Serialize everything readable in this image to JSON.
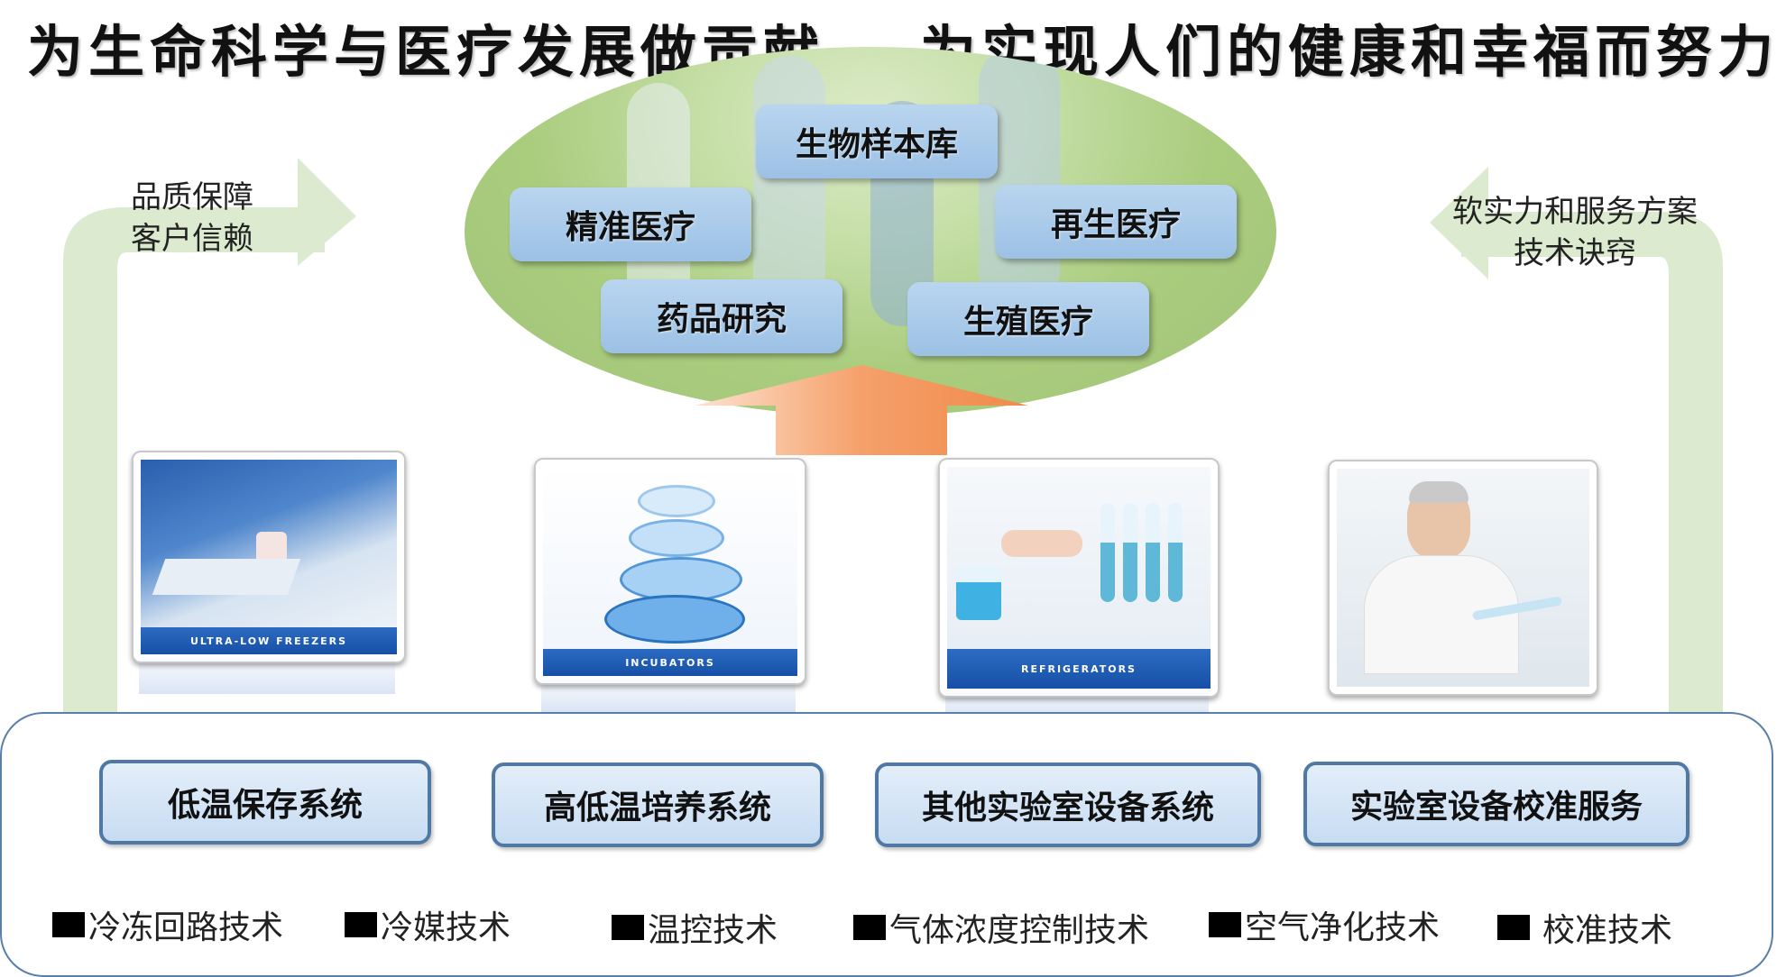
{
  "headline": {
    "left": "为生命科学与医疗发展做贡献",
    "right": "为实现人们的健康和幸福而努力"
  },
  "center_pills": [
    "生物样本库",
    "精准医疗",
    "再生医疗",
    "药品研究",
    "生殖医疗"
  ],
  "left_arrow_text": [
    "品质保障",
    "客户信赖"
  ],
  "right_arrow_text": [
    "软实力和服务方案",
    "技术诀窍"
  ],
  "cards": [
    {
      "band": "ULTRA-LOW FREEZERS",
      "icon": "freezer-sample-photo"
    },
    {
      "band": "INCUBATORS",
      "icon": "petri-dish-photo"
    },
    {
      "band": "REFRIGERATORS",
      "icon": "test-tube-photo"
    },
    {
      "band": "",
      "icon": "scientist-photo"
    }
  ],
  "systems": [
    "低温保存系统",
    "高低温培养系统",
    "其他实验室设备系统",
    "实验室设备校准服务"
  ],
  "techs": [
    "冷冻回路技术",
    "冷媒技术",
    "温控技术",
    "气体浓度控制技术",
    "空气净化技术",
    "校准技术"
  ],
  "colors": {
    "pill": "#a9cbea",
    "system_border": "#4f78a4",
    "arrow_orange": "#f08a4b",
    "arrow_green": "#d5e8c4"
  }
}
